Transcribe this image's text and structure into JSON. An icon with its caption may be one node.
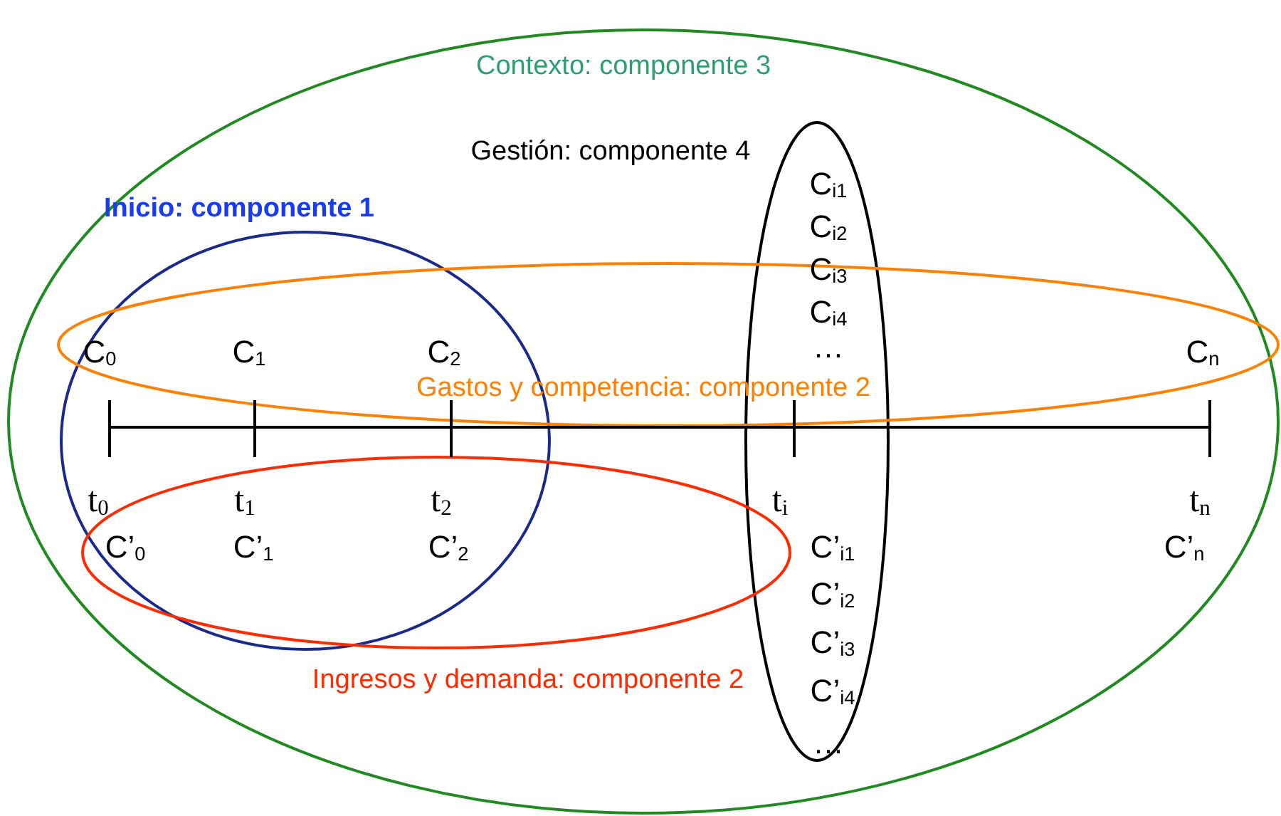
{
  "diagram": {
    "nodes": [
      {
        "text": [
          "Contexto: componente 3"
        ]
      },
      {
        "text": [
          "Inicio: componente 1"
        ],
        "in": 0
      },
      {
        "text": [
          "Gestión: componente 4"
        ],
        "in": 0
      },
      {
        "text": [
          "Gastos y competencia: componente  2"
        ],
        "in": 0
      },
      {
        "text": [
          "Ingresos y demanda: componente 2"
        ],
        "in": 0
      }
    ],
    "edges": [],
    "labels": [
      "C$_{i1}$",
      "C$_{i2}$",
      "C$_{i3}$",
      "C$_{i4}$",
      "C$_{0}$",
      "C$_{1}$",
      "C$_{2}$",
      "…",
      "C$_{n}$",
      "t$_{0}$",
      "t$_{1}$",
      "t$_{2}$",
      "t$_{i}$",
      "t$_{n}$",
      "C’$_{0}$",
      "C’$_{1}$",
      "C’$_{2}$",
      "C’$_{i1}$",
      "C’$_{n}$",
      "C’$_{i2}$",
      "C’$_{i3}$",
      "C’$_{i4}$",
      "…"
    ]
  }
}
